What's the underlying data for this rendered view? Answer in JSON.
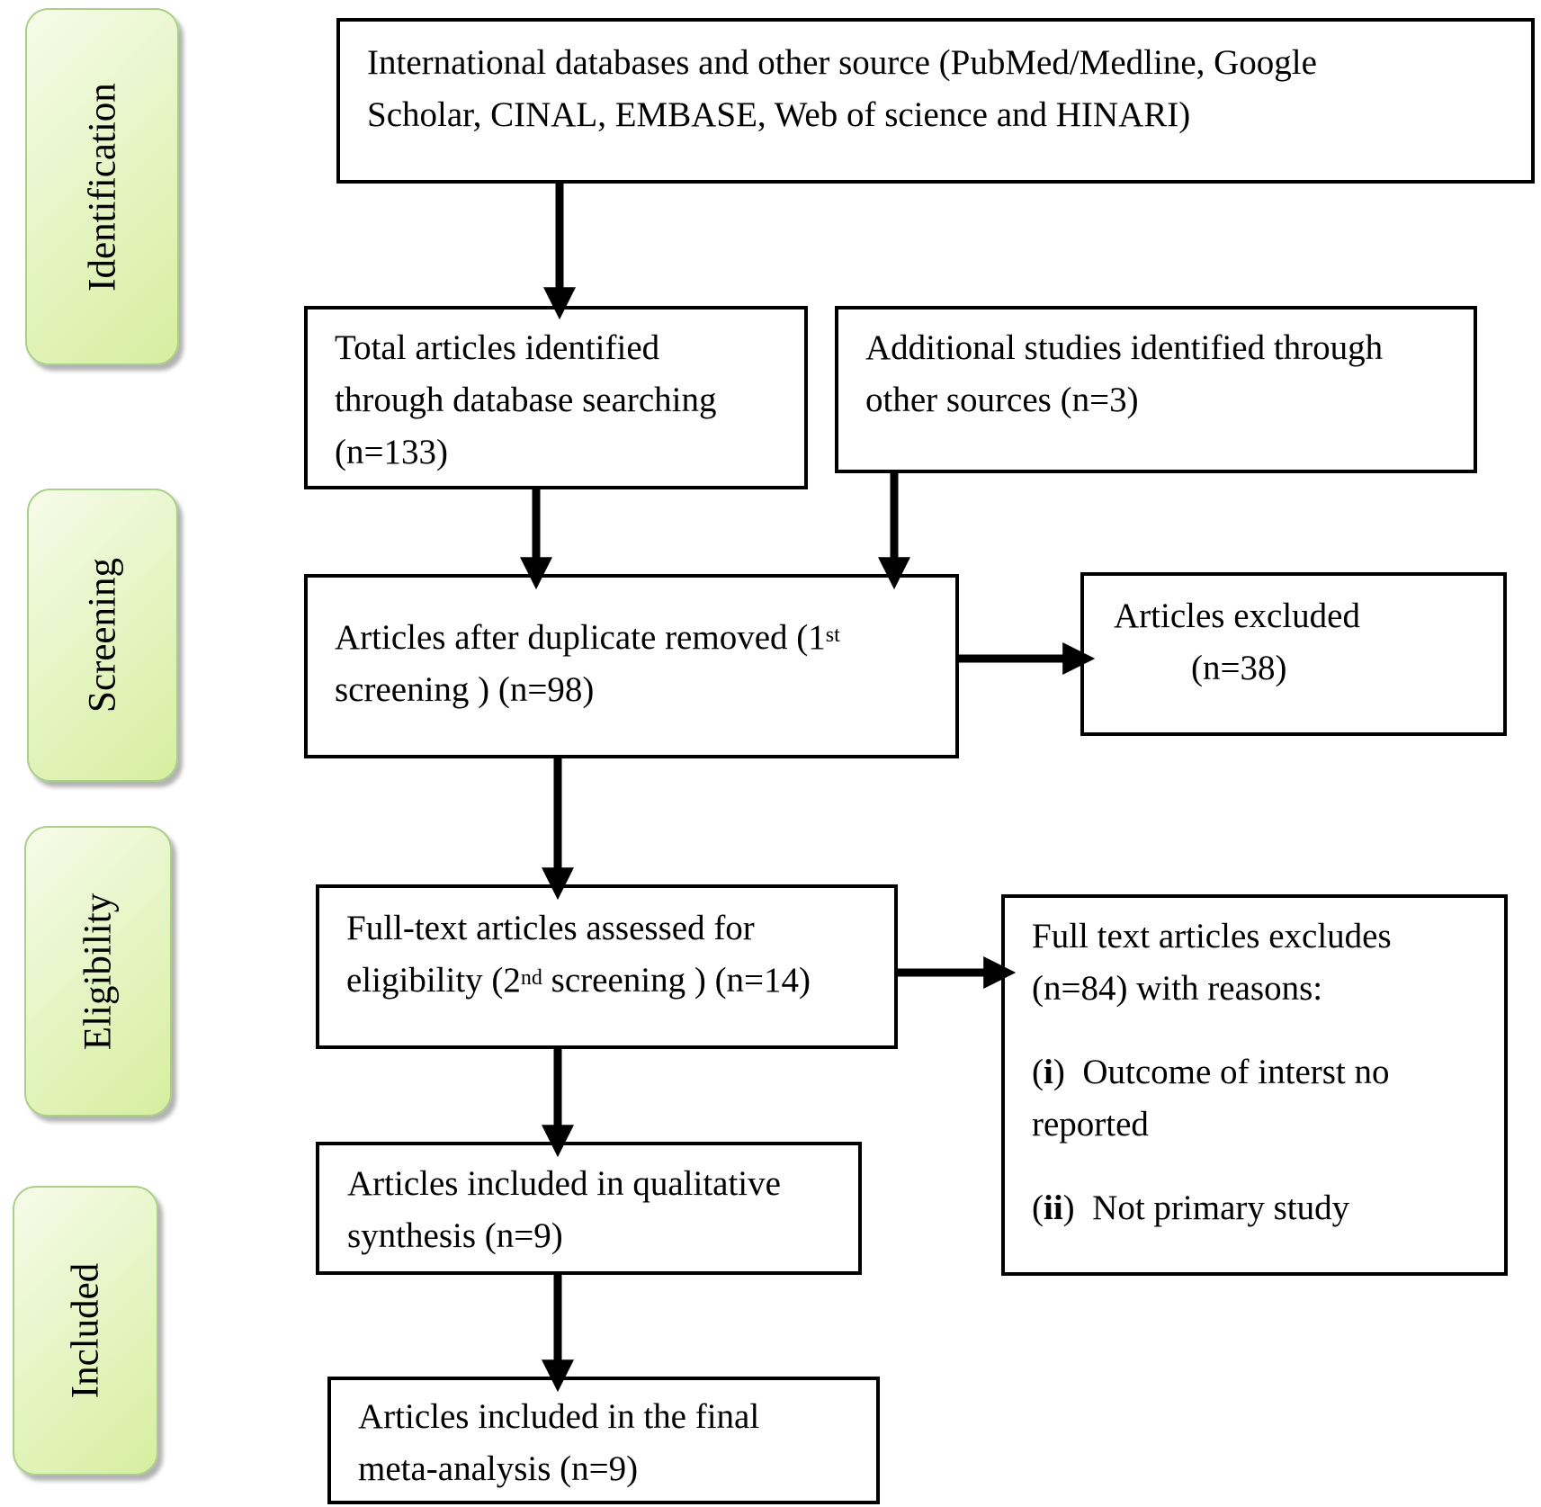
{
  "stages": {
    "identification": "Identification",
    "screening": "Screening",
    "eligibility": "Eligibility",
    "included": "Included"
  },
  "boxes": {
    "sources": {
      "line1": "International databases and other source (PubMed/Medline, Google",
      "line2": "Scholar, CINAL, EMBASE, Web of science and HINARI)"
    },
    "database_search": {
      "line1": "Total articles identified",
      "line2": "through database searching",
      "line3": "(n=133)"
    },
    "other_sources": {
      "line1": "Additional studies identified through",
      "line2": "other sources (n=3)"
    },
    "after_duplicates": {
      "line1_text": "Articles after duplicate removed (1",
      "line1_sup": "st",
      "line2": "screening ) (n=98)"
    },
    "excluded": {
      "line1": "Articles excluded",
      "line2": "(n=38)"
    },
    "full_text_assessed": {
      "line1": "Full-text articles assessed for",
      "line2_pre": "eligibility (2",
      "line2_sup": "nd",
      "line2_post": " screening ) (n=14)"
    },
    "full_text_excluded": {
      "line1": "Full text articles excludes",
      "line2": "(n=84) with reasons:",
      "reason1_marker_open": "(",
      "reason1_marker": "i",
      "reason1_marker_close": ")",
      "reason1_line1": "  Outcome of interst no",
      "reason1_line2": "reported",
      "reason2_marker_open": "(",
      "reason2_marker": "ii",
      "reason2_marker_close": ")",
      "reason2_text": "  Not primary study"
    },
    "qualitative": {
      "line1": "Articles included in qualitative",
      "line2": "synthesis (n=9)"
    },
    "meta_analysis": {
      "line1": "Articles included in the final",
      "line2": "meta-analysis (n=9)"
    }
  },
  "colors": {
    "stage_fill": "#e4f4c0",
    "stage_border": "#a9cf8a",
    "box_border": "#000000",
    "arrow": "#000000"
  }
}
